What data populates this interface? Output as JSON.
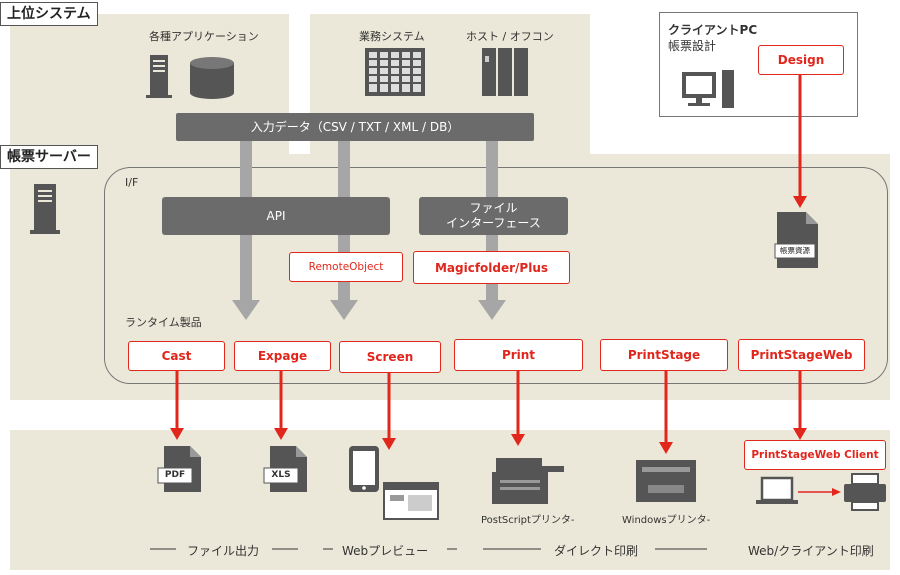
{
  "sections": {
    "upper_system": "上位システム",
    "form_server": "帳票サーバー"
  },
  "upper": {
    "apps_label": "各種アプリケーション",
    "business_label": "業務システム",
    "host_label": "ホスト / オフコン",
    "input_data": "入力データ（CSV / TXT / XML / DB）"
  },
  "client": {
    "title_line1": "クライアントPC",
    "title_line2": "帳票設計",
    "design": "Design"
  },
  "server": {
    "if_label": "I/F",
    "api": "API",
    "file_if_line1": "ファイル",
    "file_if_line2": "インターフェース",
    "remote_object": "RemoteObject",
    "magicfolder": "Magicfolder/Plus",
    "runtime_label": "ランタイム製品",
    "resource_label": "帳票資源",
    "products": [
      "Cast",
      "Expage",
      "Screen",
      "Print",
      "PrintStage",
      "PrintStageWeb"
    ]
  },
  "outputs": {
    "pdf": "PDF",
    "xls": "XLS",
    "postscript_printer": "PostScriptプリンタ-",
    "windows_printer": "Windowsプリンタ-",
    "psw_client": "PrintStageWeb Client"
  },
  "categories": {
    "file_output": "ファイル出力",
    "web_preview": "Webプレビュー",
    "direct_print": "ダイレクト印刷",
    "web_client_print": "Web/クライアント印刷"
  }
}
